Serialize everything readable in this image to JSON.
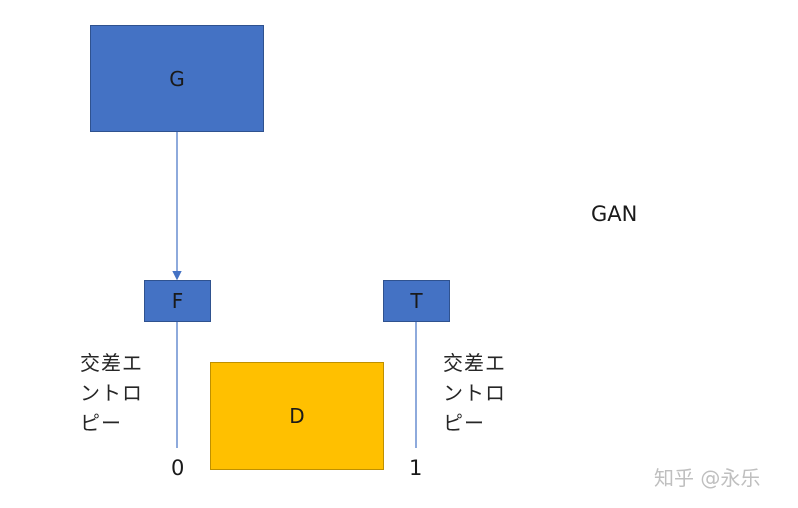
{
  "diagram": {
    "title": "GAN",
    "nodes": {
      "G": "G",
      "F": "F",
      "T": "T",
      "D": "D"
    },
    "loss_label_left": "交差エントロピー",
    "loss_label_right": "交差エントロピー",
    "target_left": "0",
    "target_right": "1",
    "colors": {
      "box_blue": "#4472C4",
      "box_gold": "#FFC000",
      "line": "#4472C4"
    }
  },
  "watermark": "知乎 @永乐"
}
